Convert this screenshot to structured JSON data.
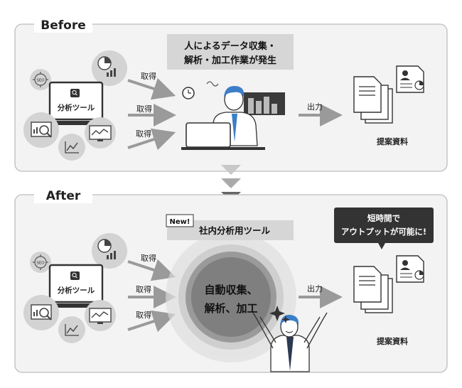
{
  "before": {
    "label": "Before",
    "tool_label": "分析ツール",
    "seo_label": "SEO",
    "arrow_labels": [
      "取得",
      "取得",
      "取得"
    ],
    "banner_lines": [
      "人によるデータ収集・",
      "解析・加工作業が発生"
    ],
    "output_label": "出力",
    "result_label": "提案資料"
  },
  "after": {
    "label": "After",
    "tool_label": "分析ツール",
    "seo_label": "SEO",
    "arrow_labels": [
      "取得",
      "取得",
      "取得"
    ],
    "new_badge": "New!",
    "banner": "社内分析用ツール",
    "circle_lines": [
      "自動収集、",
      "解析、加工"
    ],
    "output_label": "出力",
    "result_label": "提案資料",
    "speech_lines": [
      "短時間で",
      "アウトプットが可能に!"
    ]
  },
  "colors": {
    "panel_border": "#bdbdbd",
    "panel_fill": "#f3f3f3",
    "banner": "#d6d6d6",
    "dark": "#333333",
    "arrow": "#9a9a9a",
    "suit": "#2b3a52",
    "tie": "#3c7ec8",
    "hair": "#2f3a4a"
  },
  "icons": [
    "seo-icon",
    "pie-bar-chart-icon",
    "laptop-search-icon",
    "analytics-monitor-icon",
    "line-chart-icon",
    "trend-monitor-icon",
    "clock-icon",
    "document-stack-icon",
    "report-person-icon"
  ]
}
